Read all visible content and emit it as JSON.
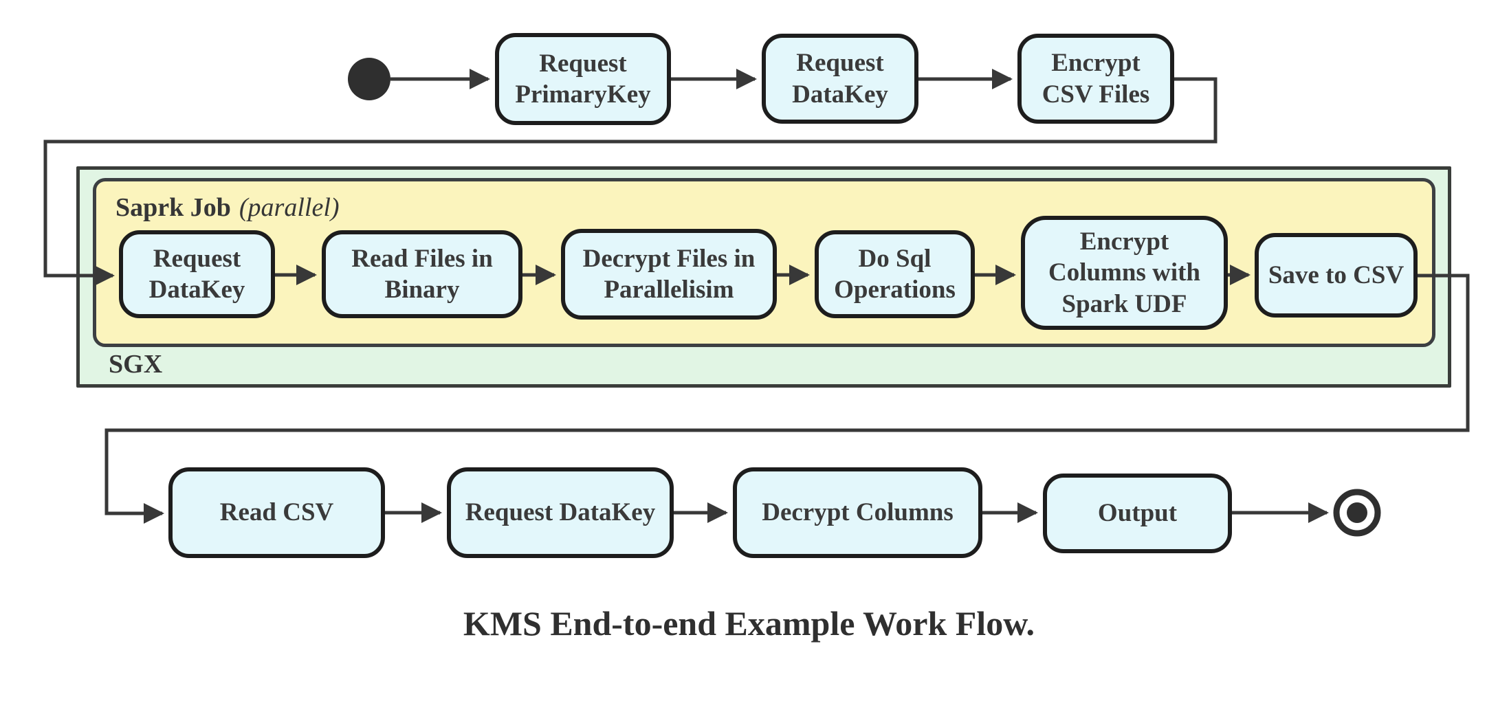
{
  "flow": {
    "title": "KMS End-to-end Example Work Flow.",
    "colors": {
      "node_fill": "#E3F7FB",
      "spark_container_fill": "#FBF4BD",
      "sgx_container_fill": "#E1F5E4",
      "line": "#383838",
      "text": "#3A3A3A"
    },
    "top_row": {
      "nodes": [
        {
          "label": "Request\nPrimaryKey"
        },
        {
          "label": "Request\nDataKey"
        },
        {
          "label": "Encrypt\nCSV Files"
        }
      ]
    },
    "sgx": {
      "label": "SGX",
      "spark": {
        "name": "Saprk Job",
        "mode": "(parallel)",
        "nodes": [
          {
            "label": "Request\nDataKey"
          },
          {
            "label": "Read Files in\nBinary"
          },
          {
            "label": "Decrypt Files in\nParallelisim"
          },
          {
            "label": "Do Sql\nOperations"
          },
          {
            "label": "Encrypt\nColumns with\nSpark UDF"
          },
          {
            "label": "Save to CSV"
          }
        ]
      }
    },
    "bottom_row": {
      "nodes": [
        {
          "label": "Read CSV"
        },
        {
          "label": "Request DataKey"
        },
        {
          "label": "Decrypt Columns"
        },
        {
          "label": "Output"
        }
      ]
    }
  }
}
